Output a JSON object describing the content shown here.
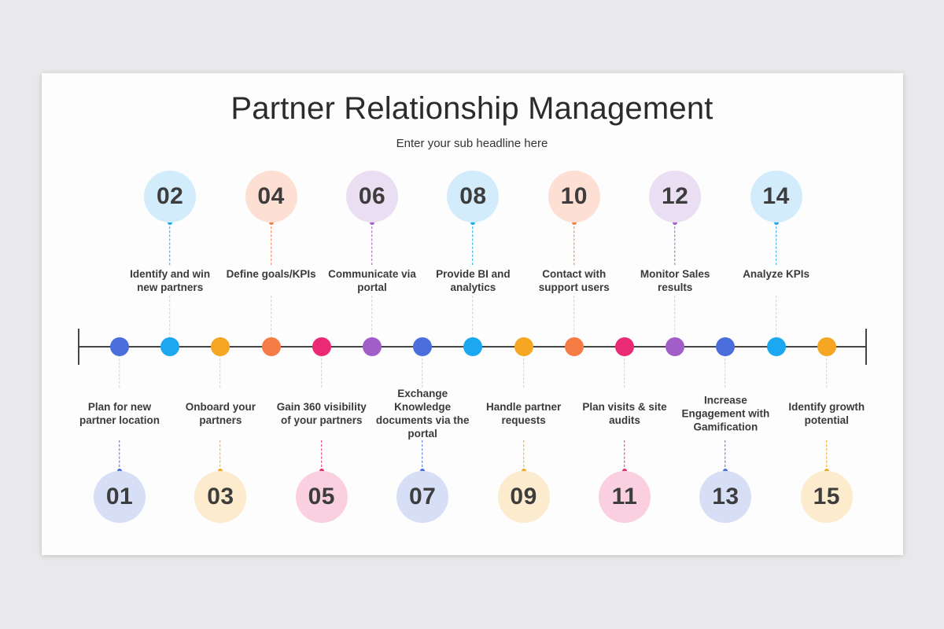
{
  "title": "Partner Relationship Management",
  "subtitle": "Enter your sub headline here",
  "steps": [
    {
      "number": "01",
      "label": "Plan for new partner location",
      "color": "#4a6fdc",
      "light": "#d6dff6",
      "position": "bottom"
    },
    {
      "number": "02",
      "label": "Identify and win new partners",
      "color": "#1ba8f0",
      "light": "#d2ecfb",
      "position": "top"
    },
    {
      "number": "03",
      "label": "Onboard your partners",
      "color": "#f5a623",
      "light": "#fcebcd",
      "position": "bottom"
    },
    {
      "number": "04",
      "label": "Define goals/KPIs",
      "color": "#f57c45",
      "light": "#fde0d3",
      "position": "top"
    },
    {
      "number": "05",
      "label": "Gain 360 visibility of your partners",
      "color": "#ea2a74",
      "light": "#fad0e1",
      "position": "bottom"
    },
    {
      "number": "06",
      "label": "Communicate via portal",
      "color": "#a25ec8",
      "light": "#eadef3",
      "position": "top"
    },
    {
      "number": "07",
      "label": "Exchange Knowledge documents via the portal",
      "color": "#4a6fdc",
      "light": "#d6dff6",
      "position": "bottom"
    },
    {
      "number": "08",
      "label": "Provide BI and analytics",
      "color": "#1ba8f0",
      "light": "#d2ecfb",
      "position": "top"
    },
    {
      "number": "09",
      "label": "Handle partner requests",
      "color": "#f5a623",
      "light": "#fcebcd",
      "position": "bottom"
    },
    {
      "number": "10",
      "label": "Contact with support users",
      "color": "#f57c45",
      "light": "#fde0d3",
      "position": "top"
    },
    {
      "number": "11",
      "label": "Plan visits & site audits",
      "color": "#ea2a74",
      "light": "#fad0e1",
      "position": "bottom"
    },
    {
      "number": "12",
      "label": "Monitor Sales results",
      "color": "#a25ec8",
      "light": "#eadef3",
      "position": "top"
    },
    {
      "number": "13",
      "label": "Increase Engagement with Gamification",
      "color": "#4a6fdc",
      "light": "#d6dff6",
      "position": "bottom"
    },
    {
      "number": "14",
      "label": "Analyze KPIs",
      "color": "#1ba8f0",
      "light": "#d2ecfb",
      "position": "top"
    },
    {
      "number": "15",
      "label": "Identify growth potential",
      "color": "#f5a623",
      "light": "#fcebcd",
      "position": "bottom"
    }
  ]
}
